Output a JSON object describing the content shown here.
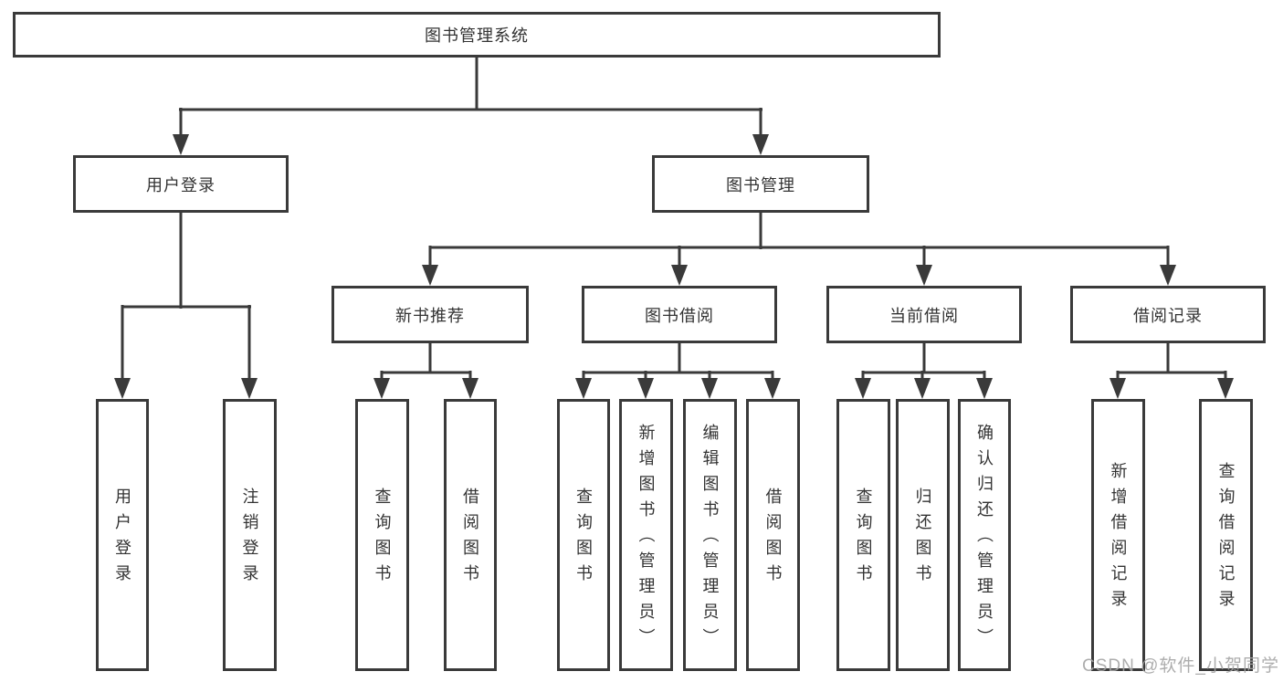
{
  "diagram": {
    "colors": {
      "line": "#3a3a3a",
      "box_border": "#3a3a3a",
      "text": "#333333",
      "watermark": "#a5a5a5",
      "background": "#ffffff"
    },
    "tree": {
      "label": "图书管理系统",
      "children": [
        {
          "label": "用户登录",
          "children": [
            {
              "label": "用户登录"
            },
            {
              "label": "注销登录"
            }
          ]
        },
        {
          "label": "图书管理",
          "children": [
            {
              "label": "新书推荐",
              "children": [
                {
                  "label": "查询图书"
                },
                {
                  "label": "借阅图书"
                }
              ]
            },
            {
              "label": "图书借阅",
              "children": [
                {
                  "label": "查询图书"
                },
                {
                  "label": "新增图书（管理员）"
                },
                {
                  "label": "编辑图书（管理员）"
                },
                {
                  "label": "借阅图书"
                }
              ]
            },
            {
              "label": "当前借阅",
              "children": [
                {
                  "label": "查询图书"
                },
                {
                  "label": "归还图书"
                },
                {
                  "label": "确认归还（管理员）"
                }
              ]
            },
            {
              "label": "借阅记录",
              "children": [
                {
                  "label": "新增借阅记录"
                },
                {
                  "label": "查询借阅记录"
                }
              ]
            }
          ]
        }
      ]
    },
    "watermark": {
      "text": "CSDN @软件_小贺同学"
    }
  }
}
